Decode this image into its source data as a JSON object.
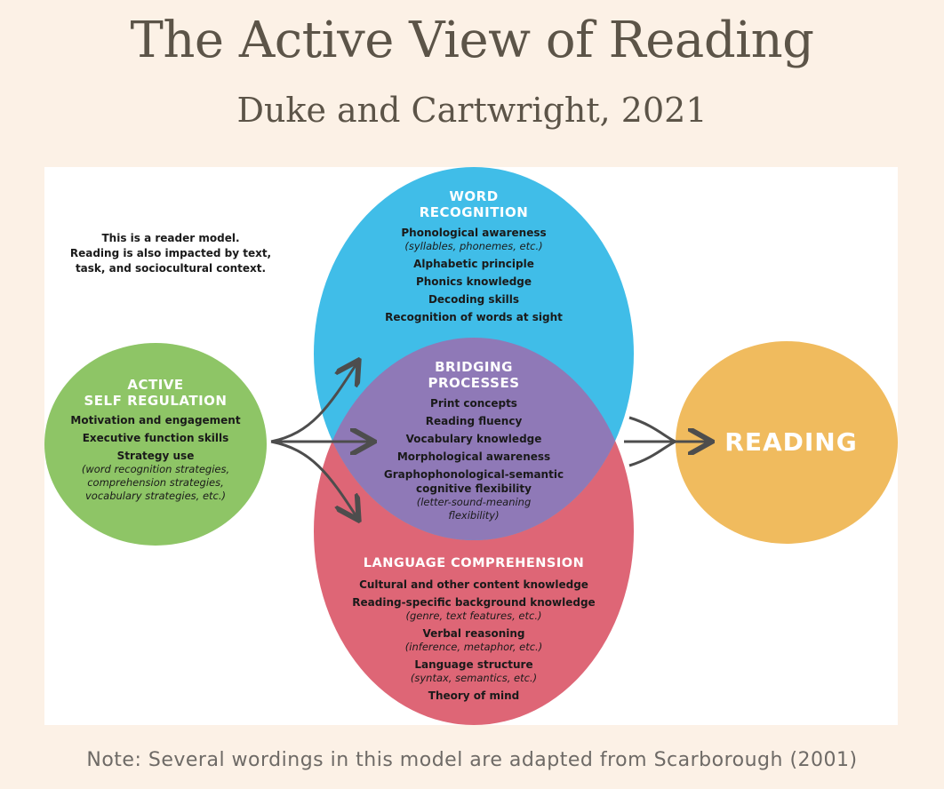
{
  "title": "The Active View of Reading",
  "subtitle": "Duke and Cartwright, 2021",
  "reader_note": [
    "This is a reader model.",
    "Reading is also impacted by text,",
    "task, and sociocultural context."
  ],
  "colors": {
    "background": "#fcf1e6",
    "word_recognition": "#40bde8",
    "language_comprehension": "#de6676",
    "bridging": "#8f79b7",
    "self_regulation": "#8ec566",
    "reading": "#f0bb5e",
    "arrows": "#4d4d4d"
  },
  "self_regulation": {
    "heading": [
      "ACTIVE",
      "SELF REGULATION"
    ],
    "items": [
      "Motivation and engagement",
      "Executive function skills",
      "Strategy use"
    ],
    "items_italic": [
      "(word recognition strategies,",
      "comprehension strategies,",
      "vocabulary strategies, etc.)"
    ]
  },
  "word_recognition": {
    "heading": [
      "WORD",
      "RECOGNITION"
    ],
    "item1": "Phonological awareness",
    "item1_note": "(syllables, phonemes, etc.)",
    "items": [
      "Alphabetic principle",
      "Phonics knowledge",
      "Decoding skills",
      "Recognition of words at sight"
    ]
  },
  "bridging": {
    "heading": [
      "BRIDGING",
      "PROCESSES"
    ],
    "items": [
      "Print concepts",
      "Reading fluency",
      "Vocabulary knowledge",
      "Morphological awareness"
    ],
    "last_item": [
      "Graphophonological-semantic",
      "cognitive flexibility"
    ],
    "last_note": [
      "(letter-sound-meaning",
      "flexibility)"
    ]
  },
  "language_comprehension": {
    "heading": "LANGUAGE COMPREHENSION",
    "items": [
      {
        "label": "Cultural and other content knowledge",
        "note": ""
      },
      {
        "label": "Reading-specific background knowledge",
        "note": "(genre, text features, etc.)"
      },
      {
        "label": "Verbal reasoning",
        "note": "(inference, metaphor, etc.)"
      },
      {
        "label": "Language structure",
        "note": "(syntax, semantics, etc.)"
      },
      {
        "label": "Theory of mind",
        "note": ""
      }
    ]
  },
  "reading": "READING",
  "footer": "Note: Several wordings in this model are adapted from Scarborough (2001)"
}
